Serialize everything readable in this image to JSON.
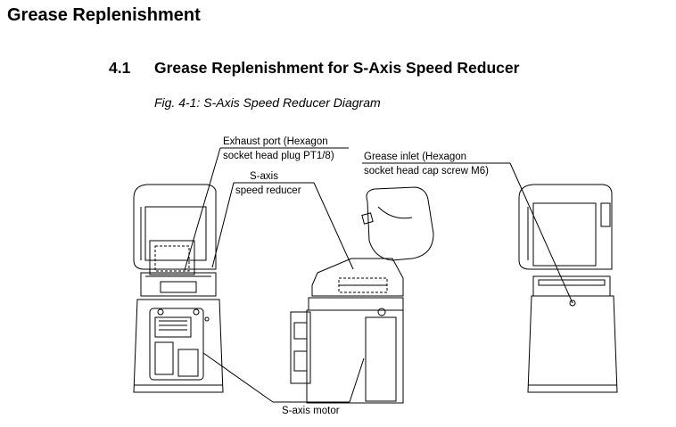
{
  "heading": "Grease Replenishment",
  "section": {
    "number": "4.1",
    "title": "Grease Replenishment for S-Axis Speed Reducer"
  },
  "figure": {
    "caption": "Fig. 4-1: S-Axis Speed Reducer Diagram",
    "labels": {
      "exhaust_line1": "Exhaust port (Hexagon",
      "exhaust_line2": "socket head plug PT1/8)",
      "grease_line1": "Grease inlet (Hexagon",
      "grease_line2": "socket head cap screw M6)",
      "reducer_line1": "S-axis",
      "reducer_line2": "speed reducer",
      "motor": "S-axis motor"
    }
  }
}
